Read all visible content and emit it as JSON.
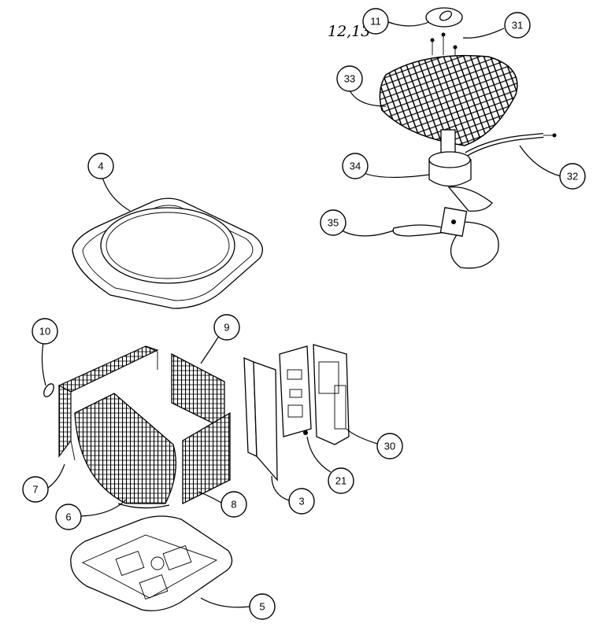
{
  "handwritten_note": "12,13",
  "callouts": [
    {
      "id": "c11",
      "label": "11"
    },
    {
      "id": "c31",
      "label": "31"
    },
    {
      "id": "c33",
      "label": "33"
    },
    {
      "id": "c34",
      "label": "34"
    },
    {
      "id": "c32",
      "label": "32"
    },
    {
      "id": "c35",
      "label": "35"
    },
    {
      "id": "c4",
      "label": "4"
    },
    {
      "id": "c10",
      "label": "10"
    },
    {
      "id": "c9",
      "label": "9"
    },
    {
      "id": "c30",
      "label": "30"
    },
    {
      "id": "c21",
      "label": "21"
    },
    {
      "id": "c3",
      "label": "3"
    },
    {
      "id": "c7",
      "label": "7"
    },
    {
      "id": "c8",
      "label": "8"
    },
    {
      "id": "c6",
      "label": "6"
    },
    {
      "id": "c5",
      "label": "5"
    }
  ]
}
